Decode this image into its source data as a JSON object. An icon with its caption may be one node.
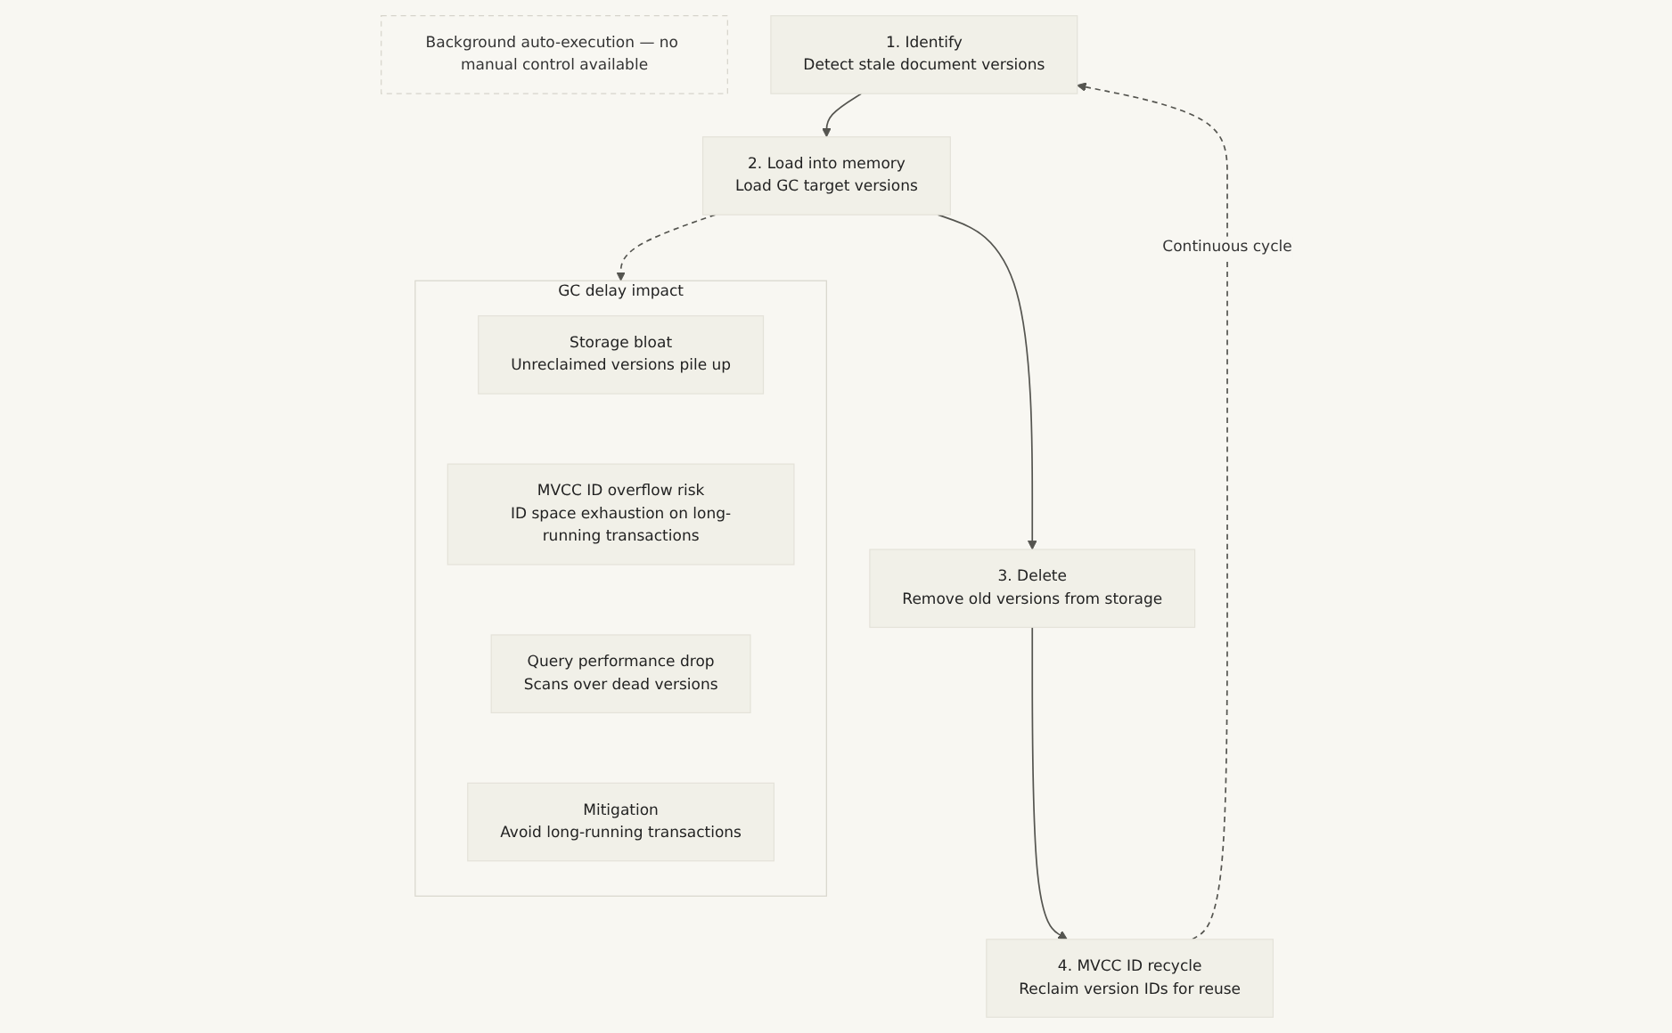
{
  "diagram": {
    "nodes": [
      {
        "text": [
          "Background auto-execution — no manual control available"
        ]
      },
      {
        "text": [
          "1. Identify",
          "Detect stale document versions"
        ]
      },
      {
        "text": [
          "2. Load into memory",
          "Load GC target versions"
        ]
      },
      {
        "text": [
          "3. Delete",
          "Remove old versions from storage"
        ]
      },
      {
        "text": [
          "4. MVCC ID recycle",
          "Reclaim version IDs for reuse"
        ]
      },
      {
        "text": [
          "GC delay impact"
        ]
      },
      {
        "text": [
          "Storage bloat",
          "Unreclaimed versions pile up"
        ],
        "in": 5
      },
      {
        "text": [
          "MVCC ID overflow risk",
          "ID space exhaustion on long-running transactions"
        ],
        "in": 5
      },
      {
        "text": [
          "Query performance drop",
          "Scans over dead versions"
        ],
        "in": 5
      },
      {
        "text": [
          "Mitigation",
          "Avoid long-running transactions"
        ],
        "in": 5
      }
    ],
    "edges": [
      {
        "from": 1,
        "to": 2,
        "arrow": "to"
      },
      {
        "from": 2,
        "to": 3,
        "arrow": "to"
      },
      {
        "from": 3,
        "to": 4,
        "arrow": "to"
      },
      {
        "from": 4,
        "to": 1,
        "arrow": "to",
        "style": "dashed",
        "label": "Continuous cycle"
      },
      {
        "from": 2,
        "to": 5,
        "arrow": "to",
        "style": "dashed"
      }
    ]
  }
}
